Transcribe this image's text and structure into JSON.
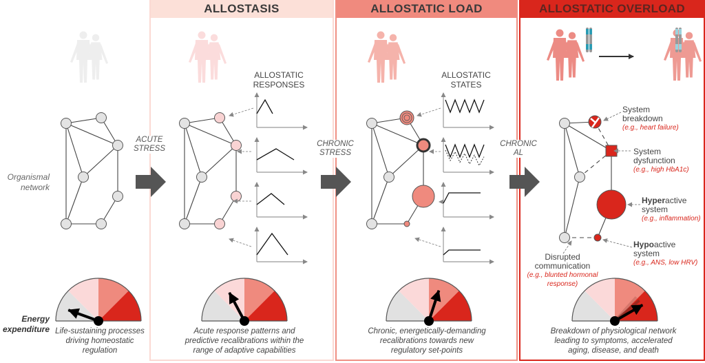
{
  "stages": [
    {
      "id": "baseline",
      "header": "",
      "caption": [
        "Life-sustaining processes",
        "driving homeostatic",
        "regulation"
      ],
      "gauge_level": "homeostasis"
    },
    {
      "id": "allostasis",
      "header": "ALLOSTASIS",
      "subtitle": [
        "ALLOSTATIC",
        "RESPONSES"
      ],
      "caption": [
        "Acute response patterns and",
        "predictive recalibrations within the",
        "range of adaptive capabilities"
      ],
      "gauge_level": "adaptive"
    },
    {
      "id": "allostatic-load",
      "header": "ALLOSTATIC LOAD",
      "subtitle": [
        "ALLOSTATIC",
        "STATES"
      ],
      "caption": [
        "Chronic, energetically-demanding",
        "recalibrations towards new",
        "regulatory set-points"
      ],
      "gauge_level": "elevated"
    },
    {
      "id": "allostatic-overload",
      "header": "ALLOSTATIC OVERLOAD",
      "caption": [
        "Breakdown of physiological network",
        "leading to symptoms, accelerated",
        "aging, disease, and death"
      ],
      "gauge_level": "maximal"
    }
  ],
  "transitions": [
    {
      "label": [
        "ACUTE",
        "STRESS"
      ]
    },
    {
      "label": [
        "CHRONIC",
        "STRESS"
      ]
    },
    {
      "label": [
        "CHRONIC",
        "AL"
      ]
    }
  ],
  "left_labels": {
    "network": [
      "Organismal",
      "network"
    ],
    "energy": [
      "Energy",
      "expenditure"
    ]
  },
  "overload_annotations": {
    "breakdown": {
      "title": [
        "System",
        "breakdown"
      ],
      "example": "(e.g., heart failure)"
    },
    "dysfunction": {
      "title": [
        "System",
        "dysfunction"
      ],
      "example": "(e.g., high HbA1c)"
    },
    "hyperactive": {
      "bold": "Hyper",
      "rest": "active",
      "line2": "system",
      "example": "(e.g., inflammation)"
    },
    "hypoactive": {
      "bold": "Hypo",
      "rest": "active",
      "line2": "system",
      "example": "(e.g., ANS, low HRV)"
    },
    "disrupted": {
      "title": [
        "Disrupted",
        "communication"
      ],
      "example": [
        "(e.g., blunted hormonal",
        "response)"
      ]
    }
  },
  "colors": {
    "gray_node": "#e3e3e3",
    "pink_node": "#f9d3d3",
    "salmon": "#ef8a7e",
    "red": "#d9261c",
    "arrow": "#555555",
    "gauge": [
      "#e1e1e1",
      "#fbd9d9",
      "#ef8a7e",
      "#d9261c"
    ]
  }
}
